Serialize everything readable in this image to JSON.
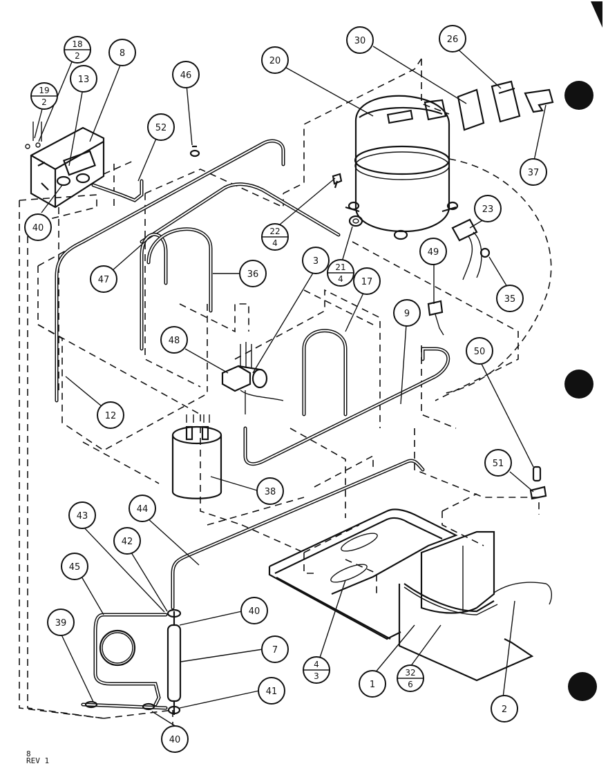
{
  "callouts": [
    {
      "id": "c20",
      "label": "20"
    },
    {
      "id": "c30",
      "label": "30"
    },
    {
      "id": "c26",
      "label": "26"
    },
    {
      "id": "c37",
      "label": "37"
    },
    {
      "id": "c8",
      "label": "8"
    },
    {
      "id": "c13",
      "label": "13"
    },
    {
      "id": "c46",
      "label": "46"
    },
    {
      "id": "c52",
      "label": "52"
    },
    {
      "id": "c40a",
      "label": "40"
    },
    {
      "id": "c23",
      "label": "23"
    },
    {
      "id": "c35",
      "label": "35"
    },
    {
      "id": "c47",
      "label": "47"
    },
    {
      "id": "c36",
      "label": "36"
    },
    {
      "id": "c3",
      "label": "3"
    },
    {
      "id": "c17",
      "label": "17"
    },
    {
      "id": "c49",
      "label": "49"
    },
    {
      "id": "c9",
      "label": "9"
    },
    {
      "id": "c48",
      "label": "48"
    },
    {
      "id": "c50",
      "label": "50"
    },
    {
      "id": "c12",
      "label": "12"
    },
    {
      "id": "c51",
      "label": "51"
    },
    {
      "id": "c38",
      "label": "38"
    },
    {
      "id": "c43",
      "label": "43"
    },
    {
      "id": "c44",
      "label": "44"
    },
    {
      "id": "c42",
      "label": "42"
    },
    {
      "id": "c45",
      "label": "45"
    },
    {
      "id": "c39",
      "label": "39"
    },
    {
      "id": "c40b",
      "label": "40"
    },
    {
      "id": "c7",
      "label": "7"
    },
    {
      "id": "c41",
      "label": "41"
    },
    {
      "id": "c1",
      "label": "1"
    },
    {
      "id": "c2",
      "label": "2"
    },
    {
      "id": "c40c",
      "label": "40"
    }
  ],
  "fraction_callouts": [
    {
      "id": "f18",
      "num": "18",
      "den": "2"
    },
    {
      "id": "f19",
      "num": "19",
      "den": "2"
    },
    {
      "id": "f22",
      "num": "22",
      "den": "4"
    },
    {
      "id": "f21",
      "num": "21",
      "den": "4"
    },
    {
      "id": "f4",
      "num": "4",
      "den": "3"
    },
    {
      "id": "f32",
      "num": "32",
      "den": "6"
    }
  ],
  "footer": {
    "page": "8",
    "revision": "REV 1"
  }
}
